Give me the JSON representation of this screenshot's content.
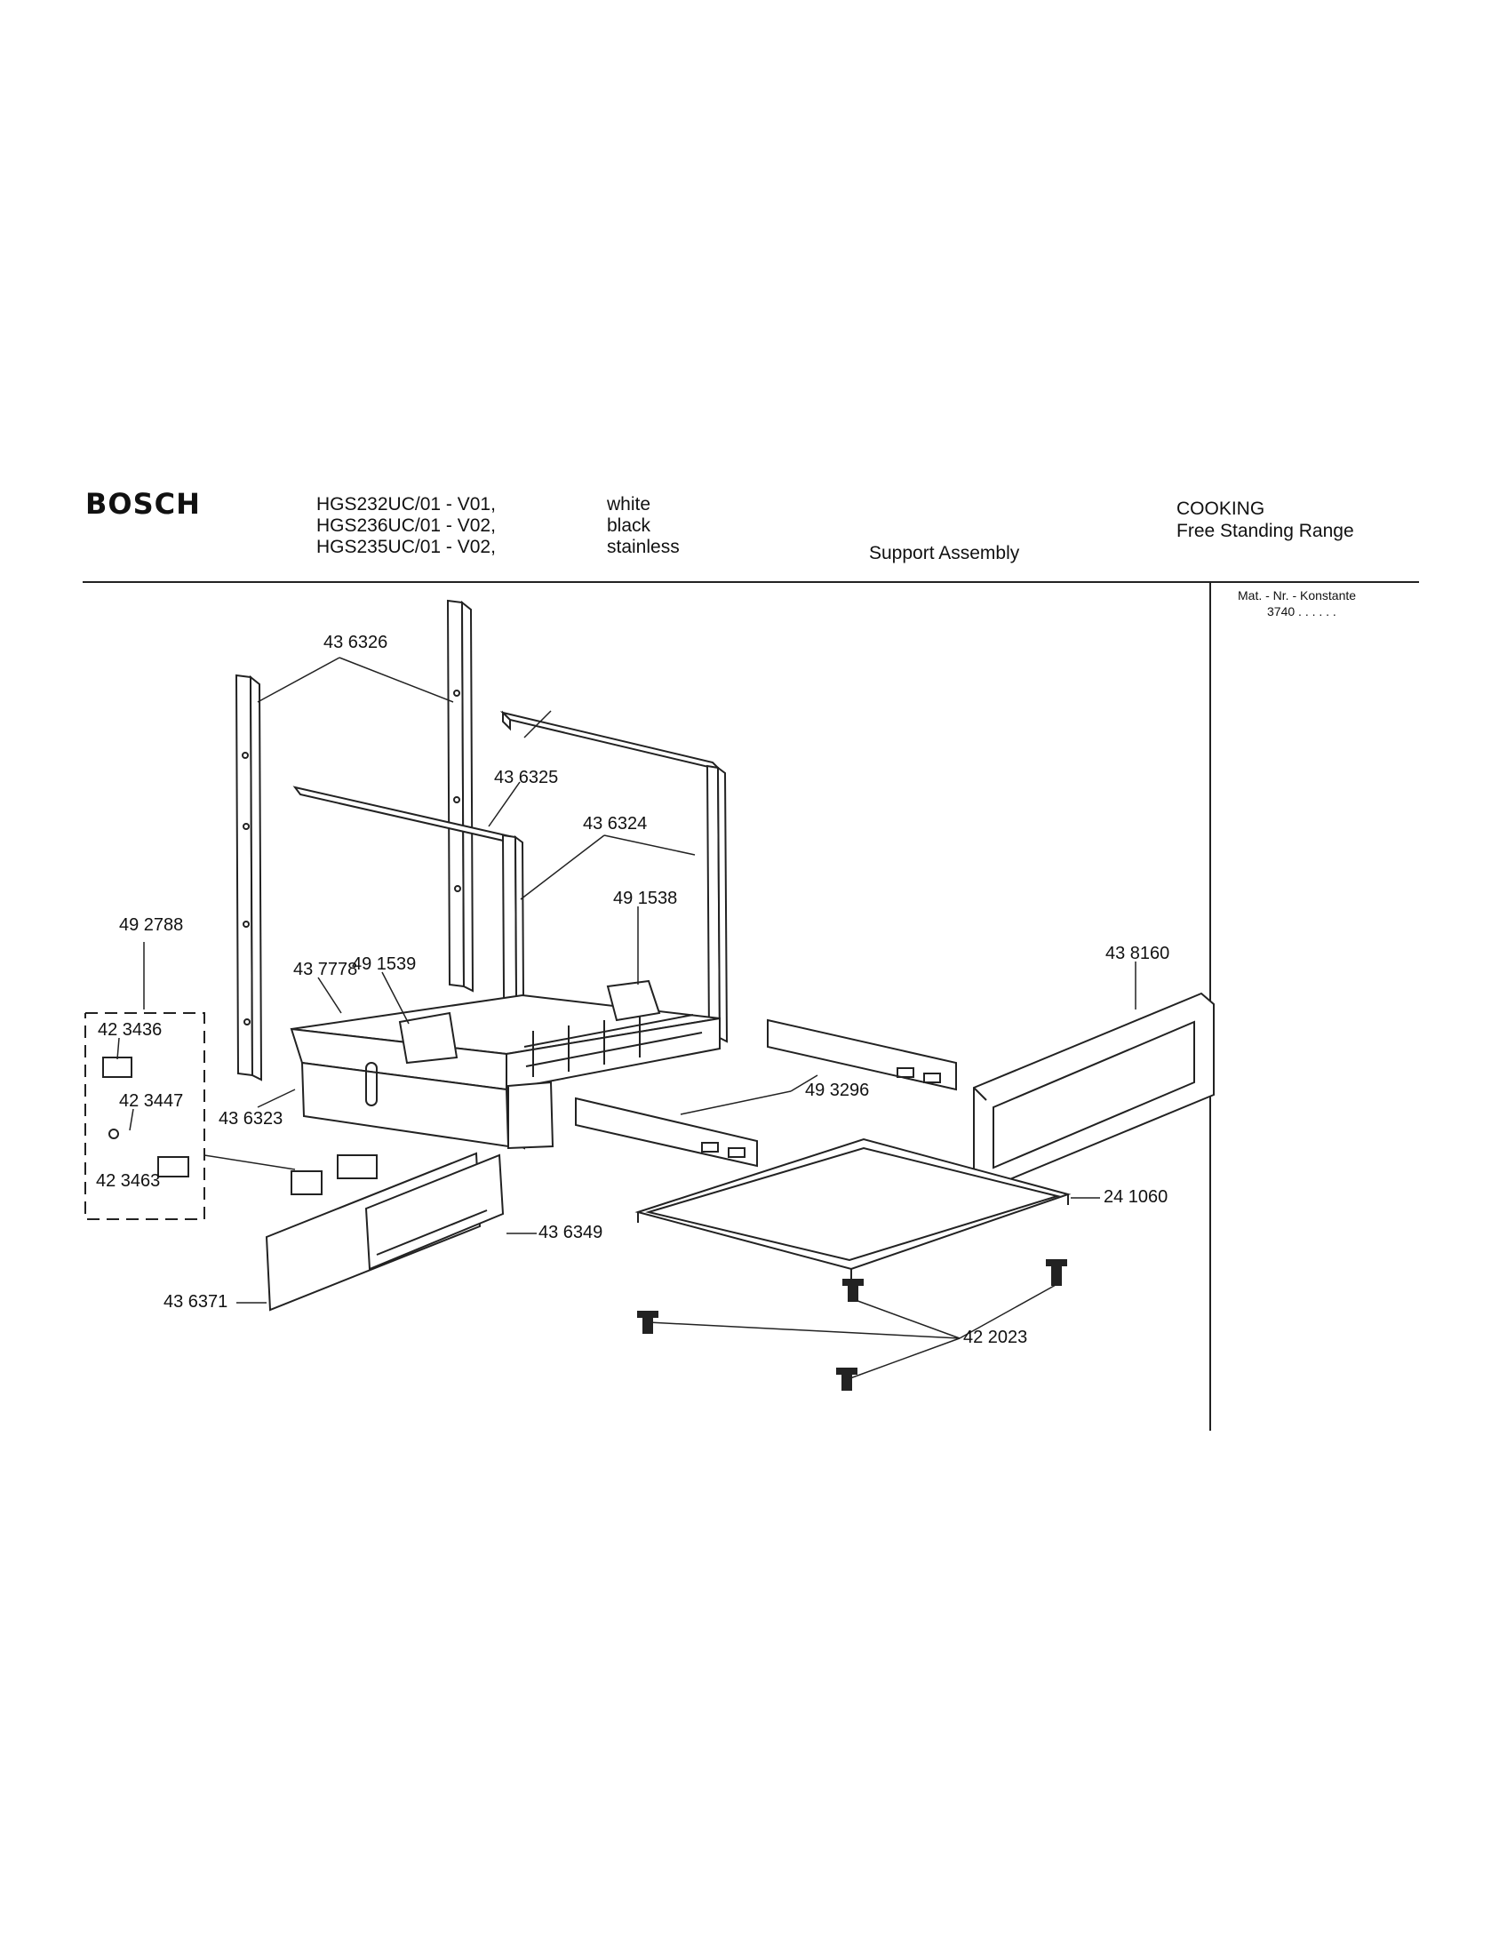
{
  "brand": "BOSCH",
  "models": [
    "HGS232UC/01 - V01,",
    "HGS236UC/01 - V02,",
    "HGS235UC/01 - V02,"
  ],
  "colors": [
    "white",
    "black",
    "stainless"
  ],
  "section_title": "Support Assembly",
  "category": "COOKING",
  "subcategory": "Free Standing Range",
  "side_panel": {
    "line1": "Mat. - Nr. - Konstante",
    "line2": "3740 . .   . . . ."
  },
  "part_labels": {
    "p436326": "43 6326",
    "p436325": "43 6325",
    "p436324": "43 6324",
    "p491538": "49 1538",
    "p492788": "49 2788",
    "p491539": "49 1539",
    "p437778": "43 7778",
    "p438160": "43 8160",
    "p423436": "42 3436",
    "p423447": "42 3447",
    "p436323": "43 6323",
    "p493296": "49 3296",
    "p423463": "42 3463",
    "p241060": "24 1060",
    "p436349": "43 6349",
    "p436371": "43 6371",
    "p422023": "42 2023"
  },
  "line_color": "#222222"
}
